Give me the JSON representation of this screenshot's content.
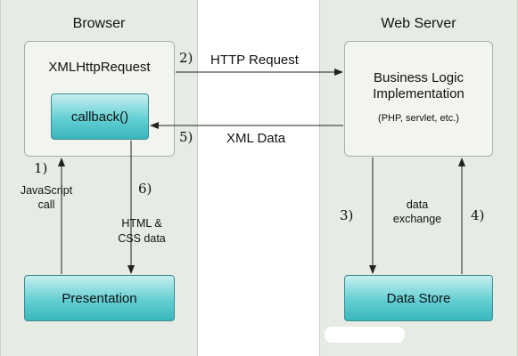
{
  "regions": {
    "browser_title": "Browser",
    "server_title": "Web Server"
  },
  "nodes": {
    "xhr": "XMLHttpRequest",
    "callback": "callback()",
    "presentation": "Presentation",
    "business_line1": "Business Logic",
    "business_line2": "Implementation",
    "business_sub": "(PHP, servlet, etc.)",
    "datastore": "Data Store"
  },
  "edges": {
    "step1": {
      "num": "1)",
      "label1": "JavaScript",
      "label2": "call"
    },
    "step2": {
      "num": "2)",
      "label": "HTTP Request"
    },
    "step3": {
      "num": "3)"
    },
    "step4": {
      "num": "4)"
    },
    "step5": {
      "num": "5)",
      "label": "XML Data"
    },
    "step6": {
      "num": "6)"
    },
    "html_css": {
      "label1": "HTML &",
      "label2": "CSS data"
    },
    "exchange": {
      "label1": "data",
      "label2": "exchange"
    }
  }
}
